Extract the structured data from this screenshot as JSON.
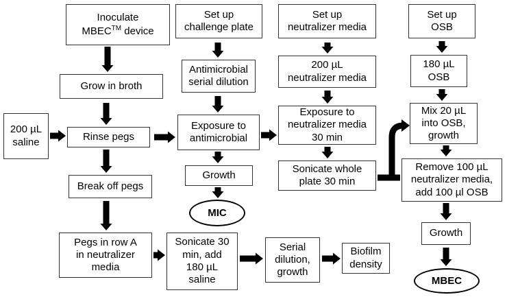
{
  "nodes": {
    "inoculate_main": "Inoculate\nMBEC",
    "inoculate_sup": "TM",
    "inoculate_tail": " device",
    "grow_broth": "Grow in broth",
    "rinse_pegs": "Rinse pegs",
    "break_pegs": "Break off pegs",
    "saline": "200 µL\nsaline",
    "pegs_row_a": "Pegs in row A\nin neutralizer\nmedia",
    "sonicate_30": "Sonicate 30\nmin, add\n180 µL\nsaline",
    "serial_dilution_growth": "Serial\ndilution,\ngrowth",
    "biofilm_density": "Biofilm\ndensity",
    "challenge_plate": "Set up\nchallenge plate",
    "antimicrobial_dilution": "Antimicrobial\nserial dilution",
    "exposure_antimicrobial": "Exposure to\nantimicrobial",
    "growth_mic": "Growth",
    "mic": "MIC",
    "neutralizer_setup": "Set up\nneutralizer media",
    "neutralizer_200": "200 µL\nneutralizer media",
    "exposure_neutralizer": "Exposure to\nneutralizer media\n30 min",
    "sonicate_whole": "Sonicate whole\nplate 30 min",
    "osb_setup": "Set up\nOSB",
    "osb_180": "180 µL\nOSB",
    "mix_20": "Mix 20 µL\ninto OSB,\ngrowth",
    "remove_100": "Remove 100 µL\nneutralizer media,\nadd 100 µl OSB",
    "growth_mbec": "Growth",
    "mbec": "MBEC"
  },
  "colors": {
    "arrow": "#000000",
    "border": "#333333"
  }
}
